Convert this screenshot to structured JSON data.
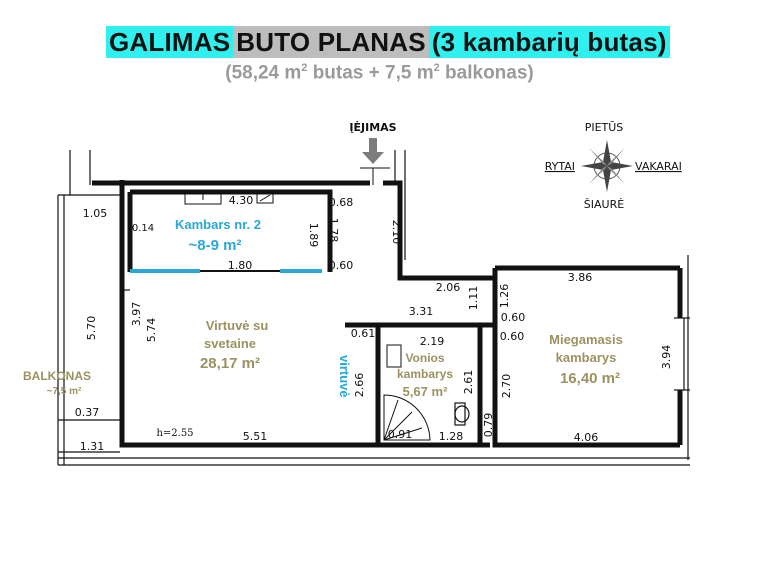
{
  "title": {
    "part1": "GALIMAS",
    "part2": "BUTO PLANAS",
    "part3": "(3 kambarių butas)"
  },
  "subtitle": {
    "area_apartment": "58,24 m",
    "apartment_word": "butas +",
    "area_balcony": "7,5 m",
    "balcony_word": "balkonas)",
    "open": "(",
    "sup": "2"
  },
  "entrance_label": "ĮĖJIMAS",
  "compass": {
    "north": "PIETŪS",
    "south": "ŠIAURĖ",
    "west": "RYTAI",
    "east": "VAKARAI"
  },
  "rooms": {
    "room2": {
      "name": "Kambars nr. 2",
      "area": "~8-9 m²"
    },
    "kitchen": {
      "name_line1": "Virtuvė su",
      "name_line2": "svetaine",
      "area": "28,17 m²",
      "kitchen_label": "virtuvė"
    },
    "bath": {
      "name_line1": "Vonios",
      "name_line2": "kambarys",
      "area": "5,67 m²"
    },
    "bedroom": {
      "name_line1": "Miegamasis",
      "name_line2": "kambarys",
      "area": "16,40 m²"
    },
    "balcony": {
      "name": "BALKONAS",
      "area": "~7,5 m²"
    }
  },
  "dimensions": {
    "d105": "1.05",
    "d014": "0.14",
    "d430": "4.30",
    "d068": "0.68",
    "d178": "1.78",
    "d189": "1.89",
    "d210": "2.10",
    "d180": "1.80",
    "d060a": "0.60",
    "d206": "2.06",
    "d386": "3.86",
    "d111": "1.11",
    "d126": "1.26",
    "d060b": "0.60",
    "d060c": "0.60",
    "d570": "5.70",
    "d397": "3.97",
    "d574": "5.74",
    "d331": "3.31",
    "d061": "0.61",
    "d219": "2.19",
    "d266": "2.66",
    "d261": "2.61",
    "d270": "2.70",
    "d394": "3.94",
    "d037": "0.37",
    "d131": "1.31",
    "d551": "5.51",
    "d091": "0.91",
    "d128": "1.28",
    "d079": "0.79",
    "d406": "4.06",
    "h255": "h=2.55"
  }
}
